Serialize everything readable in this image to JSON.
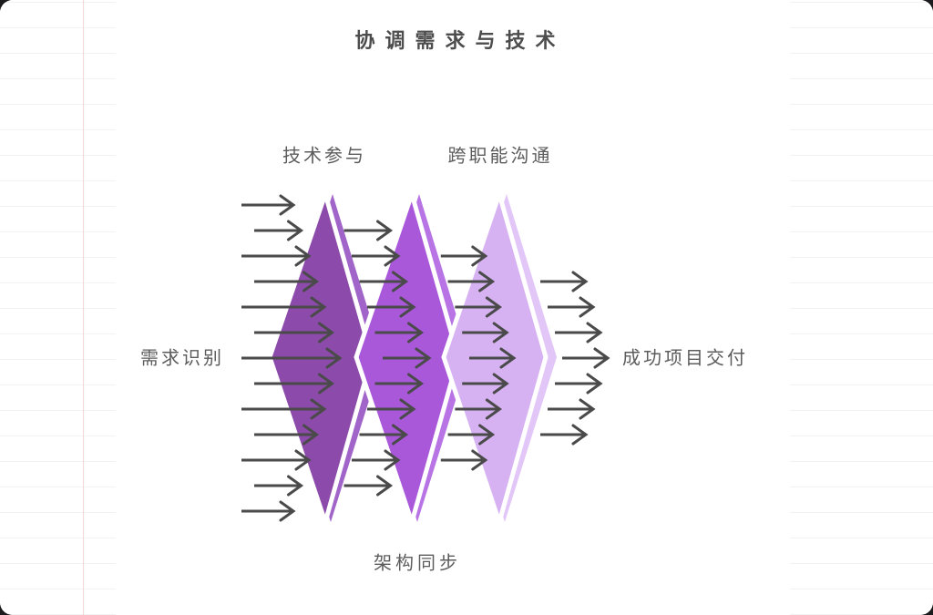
{
  "page": {
    "grid_line_color": "#f2f2f2",
    "pink_line_color": "#f2d8d2",
    "card_background": "#ffffff"
  },
  "diagram": {
    "title": "协调需求与技术",
    "input_label": "需求识别",
    "output_label": "成功项目交付",
    "arrow_color": "#4a4a4a",
    "text_color": "#5c5c5c",
    "arrow_counts": [
      13,
      11,
      9,
      7
    ],
    "stages": [
      {
        "name": "技术参与",
        "label_position": "top",
        "body_color": "#8c4baa",
        "edge_color": "#a164c8"
      },
      {
        "name": "架构同步",
        "label_position": "bottom",
        "body_color": "#a958da",
        "edge_color": "#b874e4"
      },
      {
        "name": "跨职能沟通",
        "label_position": "top",
        "body_color": "#d7b2f3",
        "edge_color": "#e2c6f8"
      }
    ]
  }
}
